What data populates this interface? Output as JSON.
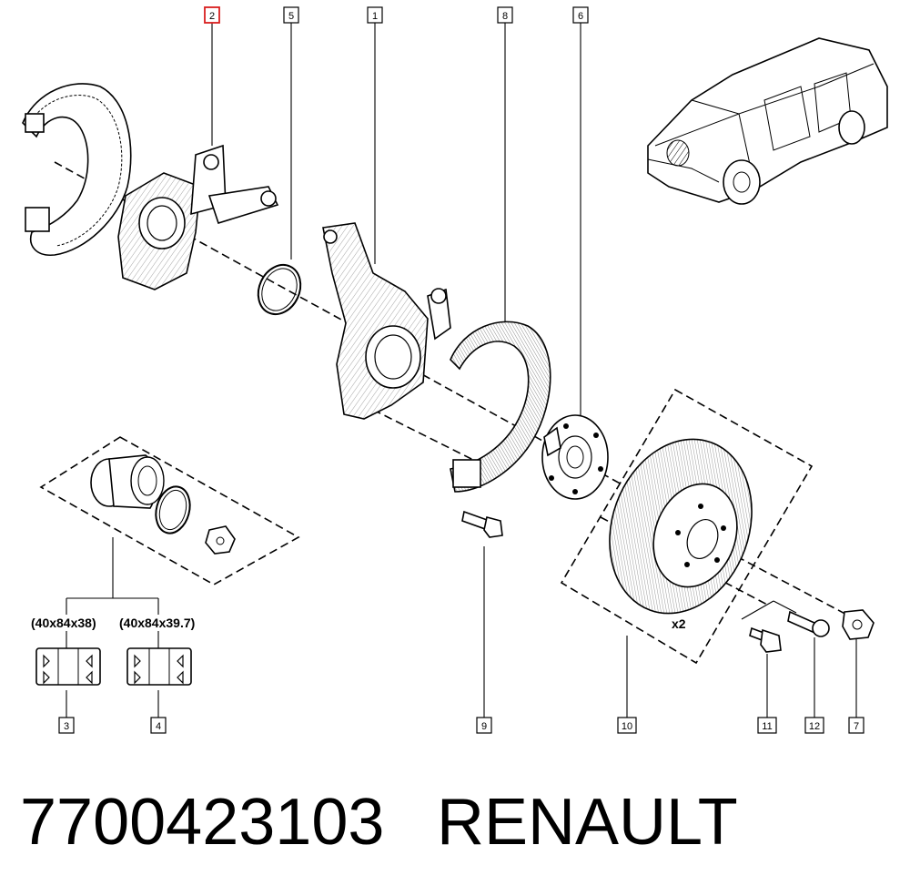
{
  "callouts": [
    {
      "num": "2",
      "highlighted": true
    },
    {
      "num": "5"
    },
    {
      "num": "1"
    },
    {
      "num": "8"
    },
    {
      "num": "6"
    },
    {
      "num": "3"
    },
    {
      "num": "4"
    },
    {
      "num": "9"
    },
    {
      "num": "10"
    },
    {
      "num": "11"
    },
    {
      "num": "12"
    },
    {
      "num": "7"
    }
  ],
  "bearing_specs": {
    "left": "(40x84x38)",
    "right": "(40x84x39.7)"
  },
  "disc_quantity": "x2",
  "footer": {
    "part_number": "7700423103",
    "brand": "RENAULT"
  },
  "highlight_color": "#d81e1e"
}
